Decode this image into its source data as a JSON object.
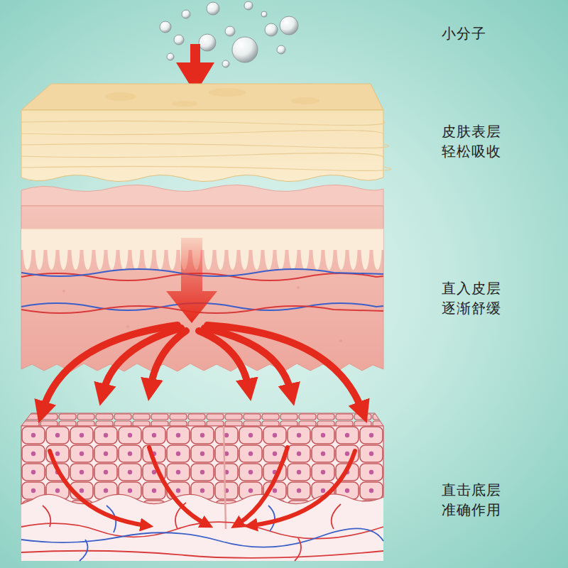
{
  "diagram": {
    "labels": [
      "小分子",
      "皮肤表层 轻松吸收",
      "直入皮层 逐渐舒缓",
      "直击底层 准确作用"
    ]
  }
}
